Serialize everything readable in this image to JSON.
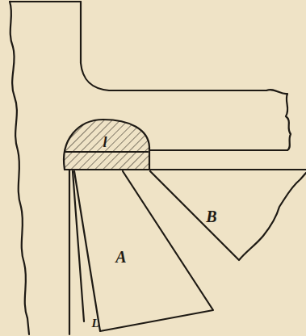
{
  "diagram": {
    "labels": [
      "l",
      "B",
      "A",
      "L"
    ]
  }
}
